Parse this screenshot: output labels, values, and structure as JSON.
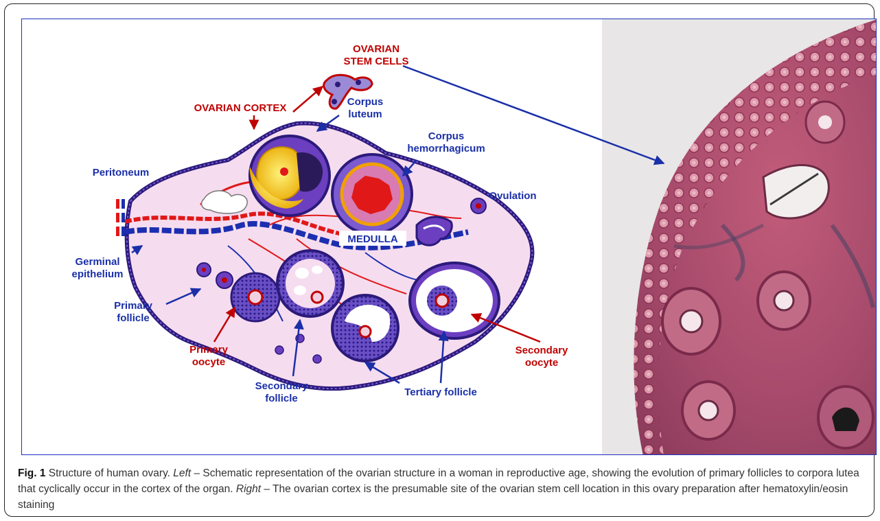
{
  "labels": {
    "ovarian_stem_cells_1": "OVARIAN",
    "ovarian_stem_cells_2": "STEM CELLS",
    "ovarian_cortex": "OVARIAN CORTEX",
    "corpus_luteum_1": "Corpus",
    "corpus_luteum_2": "luteum",
    "corpus_hemorrhagicum_1": "Corpus",
    "corpus_hemorrhagicum_2": "hemorrhagicum",
    "peritoneum": "Peritoneum",
    "ovulation": "Ovulation",
    "medulla": "MEDULLA",
    "germinal_epithelium_1": "Germinal",
    "germinal_epithelium_2": "epithelium",
    "primary_follicle_1": "Primary",
    "primary_follicle_2": "follicle",
    "primary_oocyte_1": "Primary",
    "primary_oocyte_2": "oocyte",
    "secondary_follicle_1": "Secondary",
    "secondary_follicle_2": "follicle",
    "tertiary_follicle": "Tertiary follicle",
    "secondary_oocyte_1": "Secondary",
    "secondary_oocyte_2": "oocyte"
  },
  "caption": {
    "fig_num": "Fig. 1",
    "part1": " Structure of human ovary. ",
    "left_word": "Left",
    "part2": " – Schematic representation of the ovarian structure in a woman in reproductive age, showing the evolution of primary follicles to corpora lutea that cyclically occur in the cortex of the organ. ",
    "right_word": "Right",
    "part3": " – The ovarian cortex is the presumable site of the ovarian stem cell location in this ovary preparation after hematoxylin/eosin staining"
  },
  "colors": {
    "label_blue": "#1a2fa8",
    "label_red": "#c00000",
    "panel_border": "#1a2fbf",
    "tissue_pink": "#b04a6c"
  }
}
